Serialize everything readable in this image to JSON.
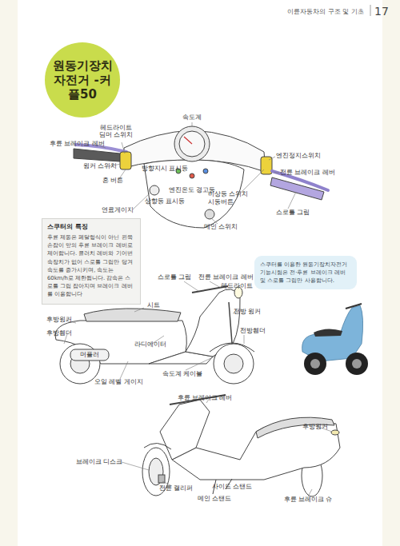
{
  "diagram": {
    "title": "원동기장치 자전거 -커플50",
    "nodes": [
      {
        "text": [
          "스쿠터의 특징",
          "후륜 제동은 페달형식이 아닌 왼쪽 손잡이 앞의 후륜 브레이크 레버로 제어합니다. 클러치 레버와 기어변속장치가 없어 스로틀 그립만 당겨 속도를 증가시키며, 속도는 60km/h로 제한됩니다. 감속은 스로틀 그립 잡아지며 브레이크 레버를 이용합니다"
        ]
      },
      {
        "text": [
          "스쿠터를 이용한 원동기장치자전거 기능시험은 전·후륜 브레이크 레버 및 스로틀 그립만 사용합니다."
        ]
      }
    ],
    "labels": [
      "이륜자동차의 구조 및 기초",
      "17",
      "후륜 브레이크 레버",
      "헤드라이트 딤머 스위치",
      "속도계",
      "윙커 스위치",
      "혼 버튼",
      "방향지시 표시등",
      "엔진온도 경고등",
      "상향등 표시등",
      "연료게이지",
      "메인 스위치",
      "엔진정지스위치",
      "전륜 브레이크 레버",
      "비상등 스위치",
      "시동버튼",
      "스로틀 그립",
      "스로틀 그립",
      "전륜 브레이크 레버",
      "헤드라이트",
      "전방 윙커",
      "후방윙커",
      "시트",
      "후방휀더",
      "라디에이터",
      "전방휀더",
      "머플러",
      "오일 레벨 게이지",
      "속도계 케이블",
      "후륜 브레이크 레버",
      "후방윙커",
      "브레이크 디스크",
      "전륜 캘리퍼",
      "사이드 스탠드",
      "메인 스탠드",
      "후륜 브레이크 슈"
    ]
  }
}
